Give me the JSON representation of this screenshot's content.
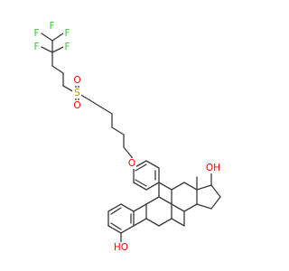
{
  "molecule": {
    "colors": {
      "bond": "#3a3a3a",
      "fluorine": "#33cc33",
      "oxygen": "#ff0000",
      "sulfur": "#b8a000",
      "background": "#ffffff"
    },
    "labels": {
      "f1": "F",
      "f2": "F",
      "f3": "F",
      "f4": "F",
      "f5": "F",
      "sulfur": "S",
      "sulfonyl_o1": "O",
      "sulfonyl_o2": "O",
      "ether_o": "O",
      "oh_top": "OH",
      "oh_bottom": "HO"
    }
  }
}
